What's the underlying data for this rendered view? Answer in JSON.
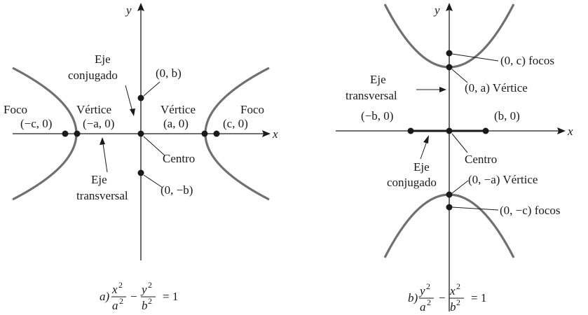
{
  "panel_a": {
    "axis_x": "x",
    "axis_y": "y",
    "foco_left": "Foco",
    "foco_left_coord": "(−c, 0)",
    "vertice_left": "Vértice",
    "vertice_left_coord": "(−a, 0)",
    "vertice_right": "Vértice",
    "vertice_right_coord": "(a, 0)",
    "foco_right": "Foco",
    "foco_right_coord": "(c, 0)",
    "eje_conj_1": "Eje",
    "eje_conj_2": "conjugado",
    "b_top": "(0, b)",
    "b_bottom": "(0, −b)",
    "centro": "Centro",
    "eje_trans_1": "Eje",
    "eje_trans_2": "transversal",
    "caption_prefix": "a)",
    "eq_n1": "x",
    "eq_d1": "a",
    "eq_n2": "y",
    "eq_d2": "b",
    "exp": "2",
    "minus": "−",
    "rhs": "= 1"
  },
  "panel_b": {
    "axis_x": "x",
    "axis_y": "y",
    "c_top": "(0, c) focos",
    "a_top": "(0, a) Vértice",
    "eje_trans_1": "Eje",
    "eje_trans_2": "transversal",
    "b_left": "(−b, 0)",
    "b_right": "(b, 0)",
    "centro": "Centro",
    "eje_conj_1": "Eje",
    "eje_conj_2": "conjugado",
    "a_bottom": "(0, −a) Vértice",
    "c_bottom": "(0, −c) focos",
    "caption_prefix": "b)",
    "eq_n1": "y",
    "eq_d1": "a",
    "eq_n2": "x",
    "eq_d2": "b",
    "exp": "2",
    "minus": "−",
    "rhs": "= 1"
  }
}
